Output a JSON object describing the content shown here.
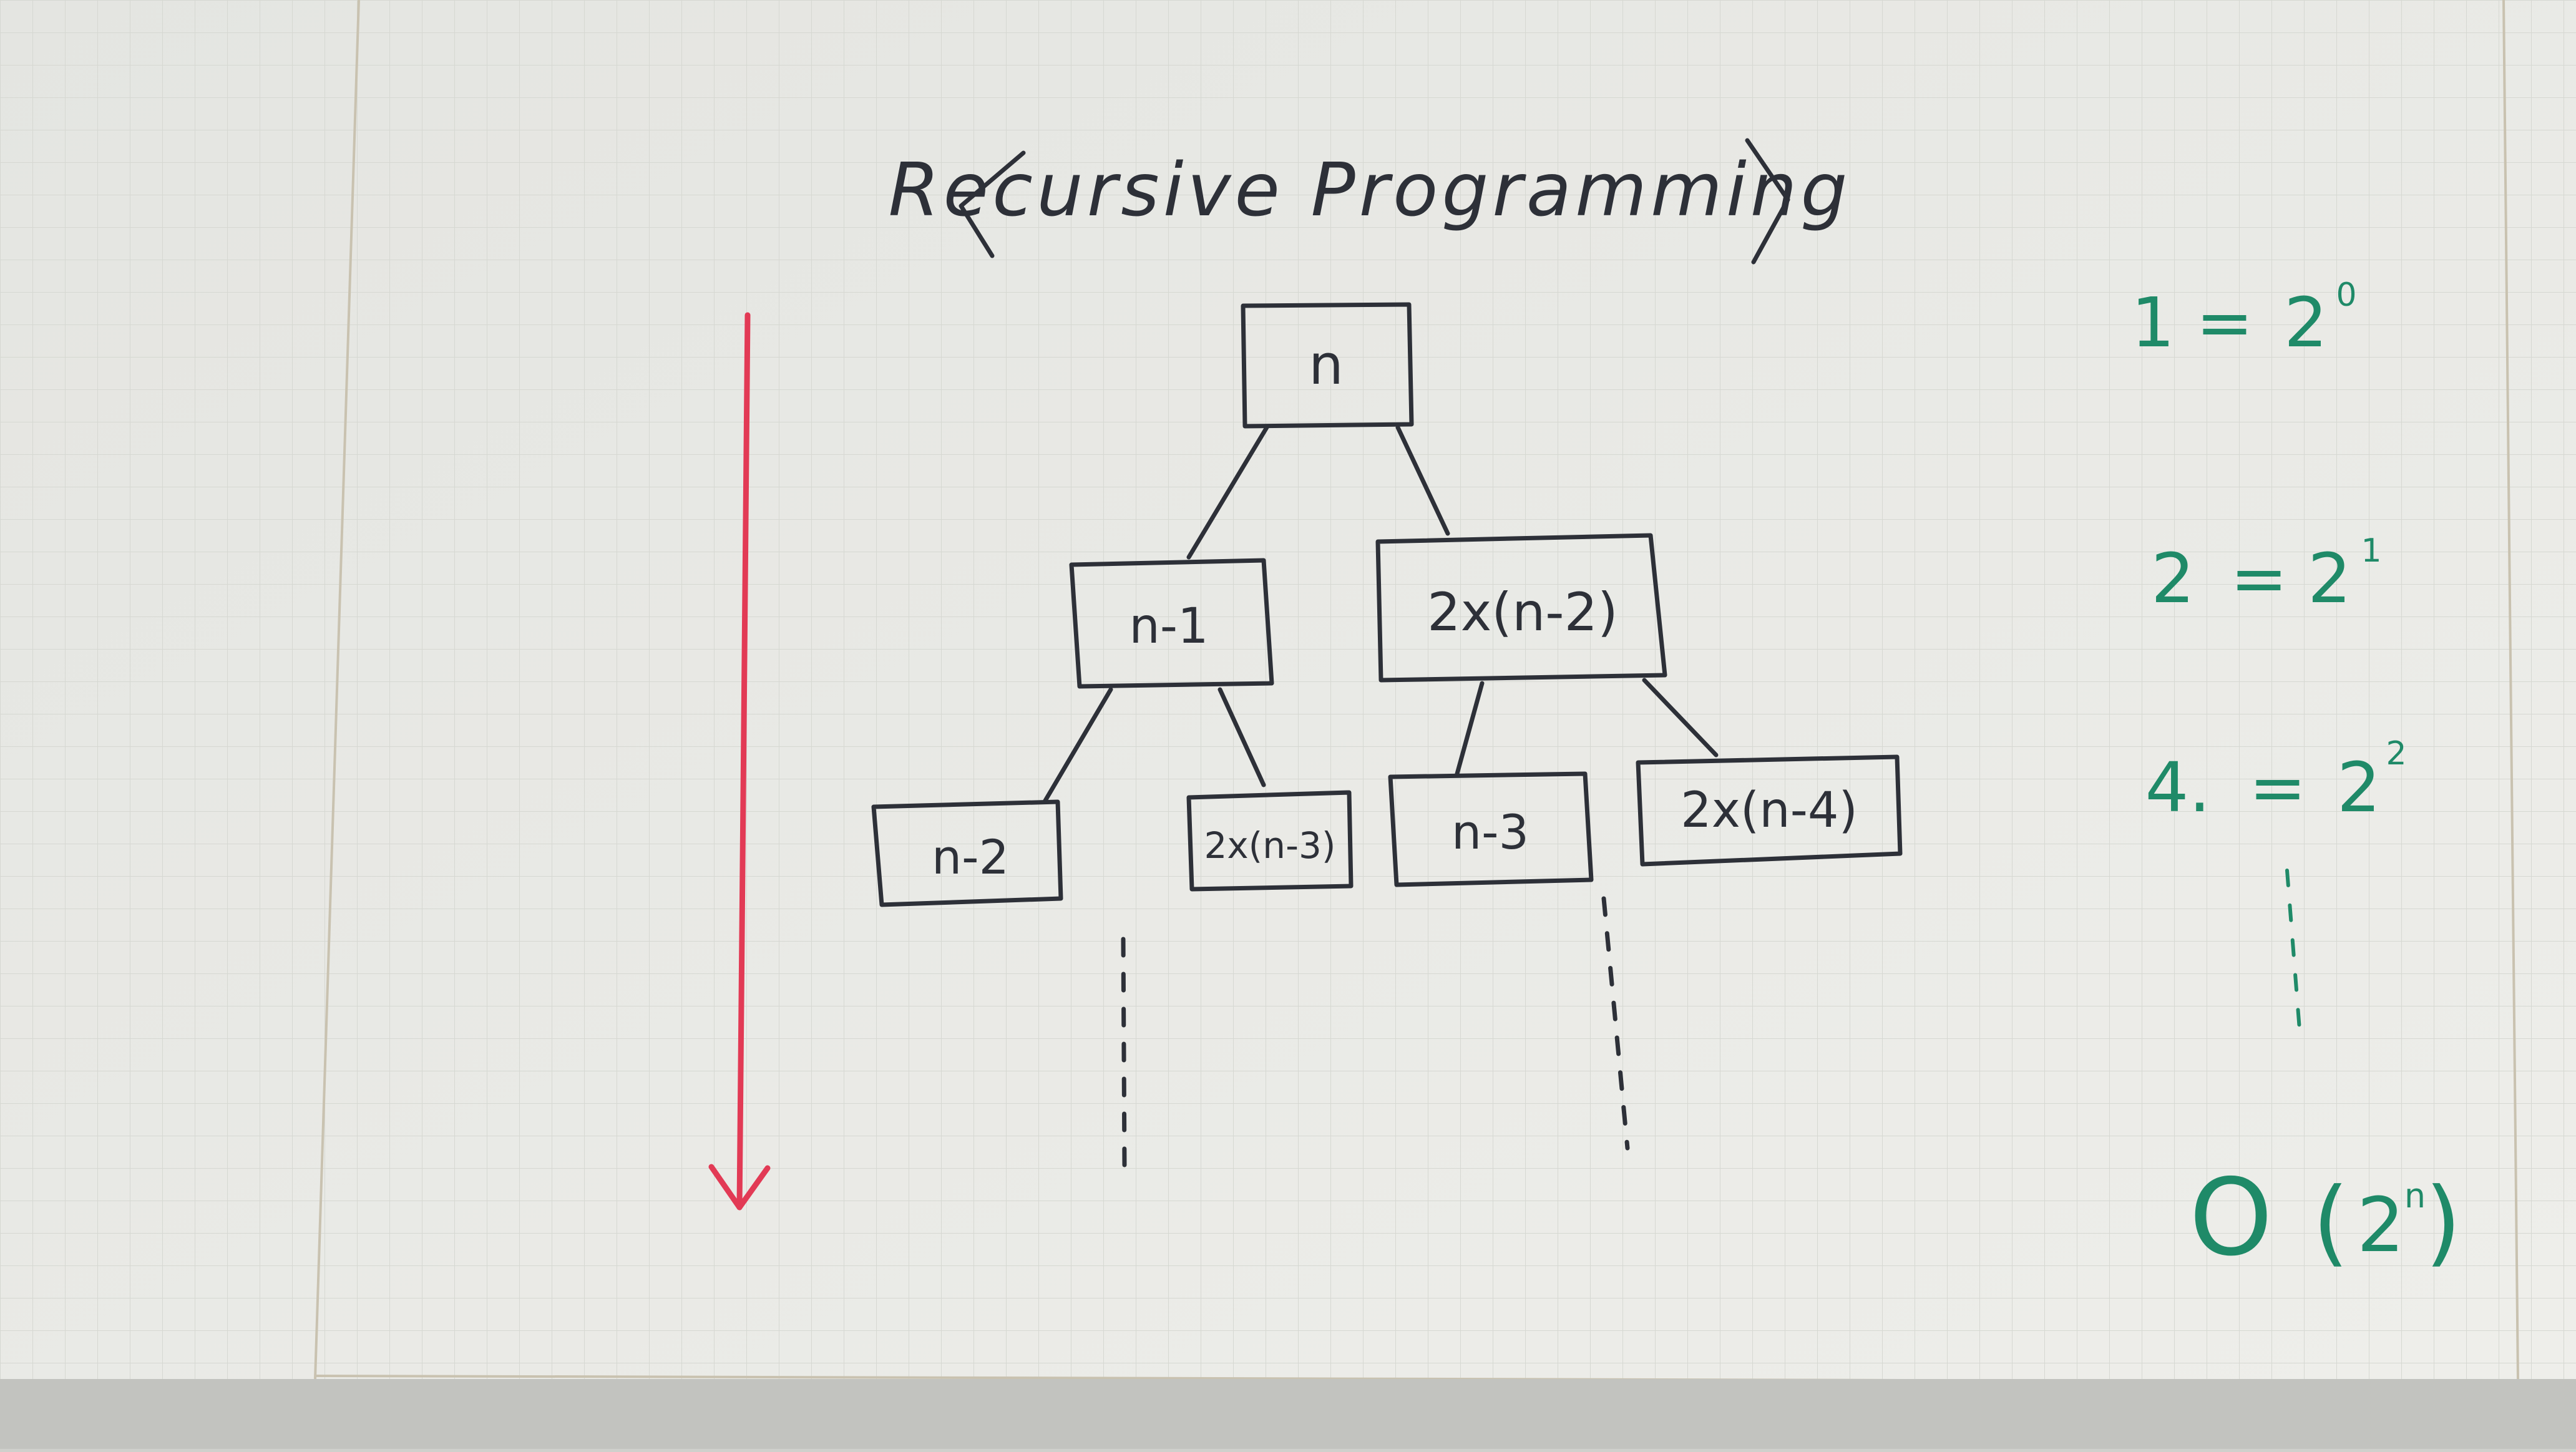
{
  "title": "Recursive Programming",
  "tree": {
    "root": "n",
    "level1": [
      "n-1",
      "2x(n-2)"
    ],
    "level2": [
      "n-2",
      "2x(n-3)",
      "n-3",
      "2x(n-4)"
    ]
  },
  "complexity": {
    "rows": [
      {
        "count": "1",
        "power_base": "2",
        "exponent": "0"
      },
      {
        "count": "2",
        "power_base": "2",
        "exponent": "1"
      },
      {
        "count": "4.",
        "power_base": "2",
        "exponent": "2"
      }
    ],
    "equals": "=",
    "big_o": "O",
    "big_o_base": "2",
    "big_o_exponent": "n"
  },
  "colors": {
    "paper": "#e9eae6",
    "grid": "#cfd2cc",
    "ink": "#2d3038",
    "red_arrow": "#e23a55",
    "green_ink": "#1f8a68"
  }
}
